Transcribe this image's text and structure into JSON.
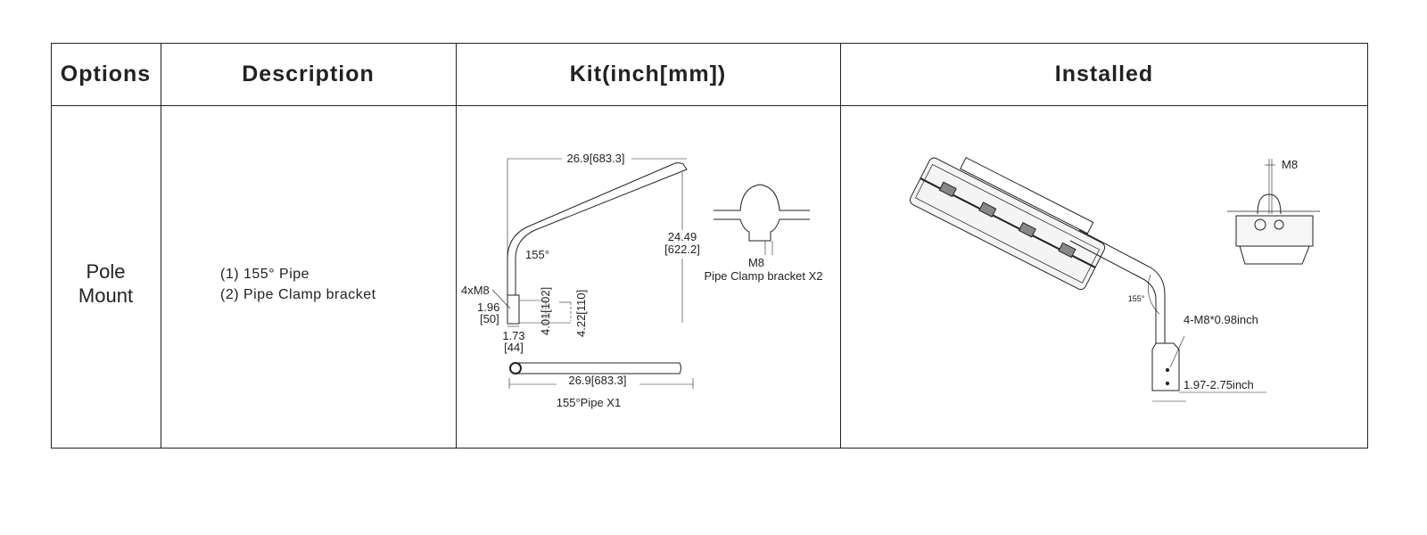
{
  "headers": {
    "options": "Options",
    "description": "Description",
    "kit": "Kit(inch[mm])",
    "installed": "Installed"
  },
  "row": {
    "option_line1": "Pole",
    "option_line2": "Mount",
    "description": [
      "(1)  155° Pipe",
      "(2)  Pipe Clamp bracket"
    ],
    "kit": {
      "width_top": "26.9[683.3]",
      "height_in": "24.49",
      "height_mm": "[622.2]",
      "angle": "155°",
      "bolts": "4xM8",
      "hole_spacing_in": "1.96",
      "hole_spacing_mm": "[50]",
      "sleeve_in": "4.01[102]",
      "sleeve_total": "4.22[110]",
      "diameter_in": "1.73",
      "diameter_mm": "[44]",
      "pipe_length": "26.9[683.3]",
      "pipe_label": "155°Pipe X1",
      "clamp_bolt": "M8",
      "clamp_label": "Pipe Clamp bracket X2"
    },
    "installed": {
      "angle": "155°",
      "bolt_spec": "4-M8*0.98inch",
      "pole_diameter": "1.97-2.75inch",
      "clamp_bolt": "M8"
    }
  }
}
